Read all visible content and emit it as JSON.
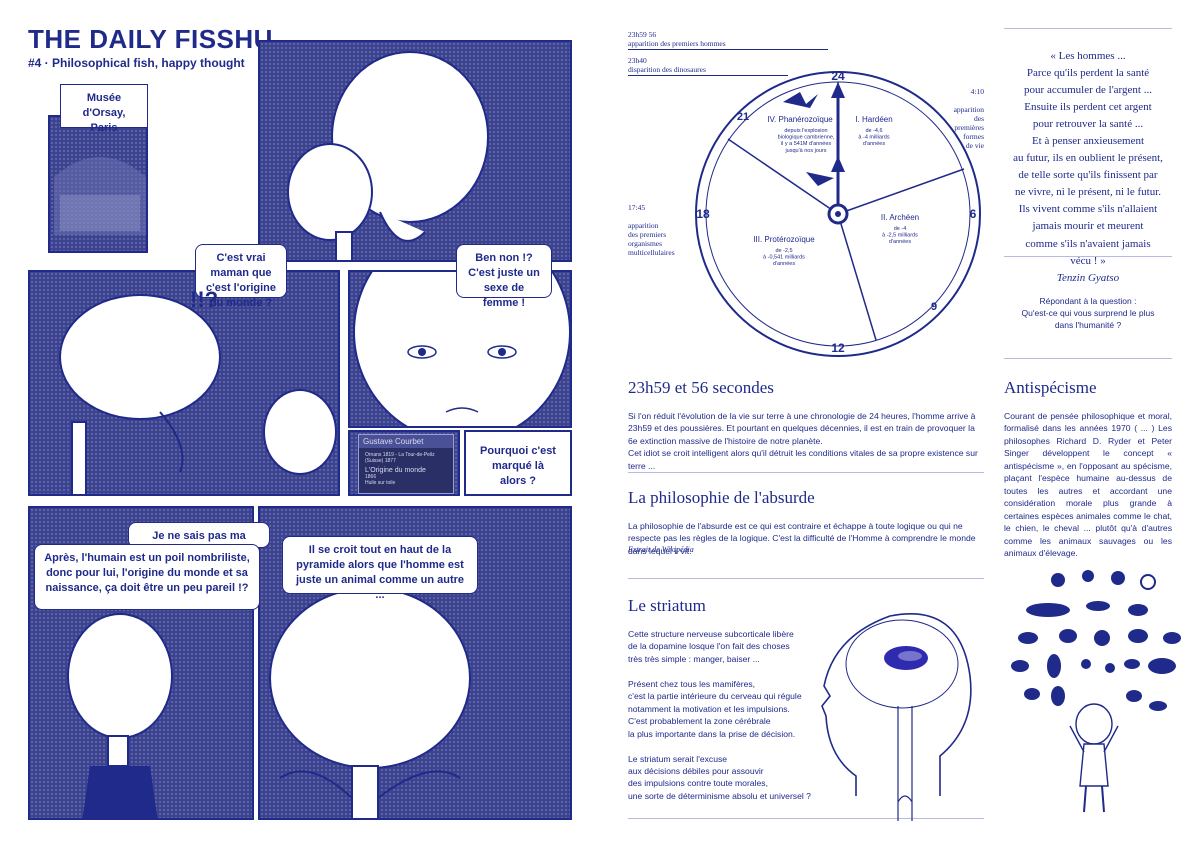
{
  "comic": {
    "title": "THE DAILY FISSHU",
    "subtitle": "#4 · Philosophical fish, happy thought",
    "caption_location": "Musée d'Orsay,\nParis",
    "bubble_maman": "C'est vrai maman que c'est l'origine du monde ?",
    "exclaim": "!!?",
    "bubble_sexe": "Ben non !? C'est juste un sexe de femme !",
    "plaque_artist": "Gustave Courbet",
    "plaque_meta": "Ornans 1819 - La Tour-de-Peilz (Suisse) 1877",
    "plaque_title": "L'Origine du monde",
    "plaque_year": "1866",
    "plaque_medium": "Huile sur toile",
    "bubble_pourquoi": "Pourquoi c'est marqué là alors ?",
    "bubble_sais_pas": "Je ne sais pas ma chérie !",
    "bubble_nombriliste": "Après, l'humain est un poil nombriliste, donc pour lui, l'origine du monde et sa naissance, ça doit être un peu pareil !?",
    "bubble_pyramide": "Il se croit tout en haut de la pyramide alors que l'homme est juste un animal comme un autre ..."
  },
  "clock": {
    "hours": [
      "24",
      "6",
      "9",
      "12",
      "18",
      "21"
    ],
    "eons": [
      {
        "name": "I. Hardéen",
        "desc": "de -4,6\nà -4 milliards\nd'années"
      },
      {
        "name": "II. Archéen",
        "desc": "de -4\nà -2,5 milliards\nd'années"
      },
      {
        "name": "III. Protérozoïque",
        "desc": "de -2,5\nà -0,541 milliards\nd'années"
      },
      {
        "name": "IV. Phanérozoïque",
        "desc": "depuis l'explosion\nbiologique cambrienne,\nil y a 541M d'années\njusqu'à nos jours"
      }
    ],
    "annotations": {
      "hommes_time": "23h59 56",
      "hommes_text": "apparition des premiers hommes",
      "dinos_time": "23h40",
      "dinos_text": "disparition des dinosaures",
      "vie_time": "4:10",
      "vie_text": "apparition\ndes\npremières\nformes\nde vie",
      "multi_time": "17:45",
      "multi_text": "apparition\ndes premiers\norganismes\nmulticellulaires"
    }
  },
  "quote": {
    "text": "« Les hommes ...\nParce qu'ils perdent la santé\npour accumuler de l'argent ...\nEnsuite ils perdent cet argent\npour retrouver la santé ...\nEt à penser anxieusement\nau futur, ils en oublient le présent,\nde telle sorte qu'ils finissent par\nne vivre, ni le présent, ni le futur.\nIls  vivent comme s'ils n'allaient\njamais mourir et meurent\ncomme s'ils n'avaient jamais\nvécu ! »",
    "author": "Tenzin Gyatso",
    "context": "Répondant à la question :\nQu'est-ce qui vous surprend le plus\ndans l'humanité ?"
  },
  "sections": {
    "s1_title": "23h59 et 56 secondes",
    "s1_body": "Si l'on réduit l'évolution de la vie sur terre à une chronologie de 24 heures, l'homme arrive à 23h59 et des poussières. Et pourtant en quelques décennies, il est en train de provoquer la 6e extinction massive de l'histoire de notre planète.\nCet idiot se croit intelligent alors qu'il détruit les conditions vitales de sa propre existence sur terre ...",
    "s2_title": "La philosophie de l'absurde",
    "s2_body": "La philosophie de l'absurde est ce qui est contraire et échappe à toute logique ou qui ne respecte pas les règles de la logique. C'est la difficulté de l'Homme à comprendre le monde dans lequel il vit.",
    "s2_source": "Extrait de Wikipédia",
    "s3_title": "Le striatum",
    "s3_body": "Cette structure nerveuse subcorticale libère\nde la dopamine losque l'on fait des choses\ntrès très simple : manger, baiser ...\n\nPrésent chez tous les mamifères,\nc'est la partie intérieure du cerveau qui régule\nnotamment la motivation et les impulsions.\nC'est probablement la zone cérébrale\nla plus importante dans la prise de décision.\n\nLe striatum serait l'excuse\naux décisions débiles pour assouvir\ndes impulsions contre toute morales,\nune sorte de déterminisme absolu et universel ?",
    "s4_title": "Antispécisme",
    "s4_body": "Courant de pensée philosophique et moral, formalisé dans les années 1970 ( ... ) Les philosophes Richard D. Ryder et Peter Singer développent le concept « antispécisme », en l'opposant au spécisme, plaçant l'espèce humaine au-dessus de toutes les autres et accordant une considération morale plus grande à certaines espèces animales comme le chat, le chien, le cheval ... plutôt qu'à d'autres comme les animaux sauvages ou les animaux d'élevage."
  },
  "colors": {
    "ink": "#1f2a8a",
    "panel": "#3b428f",
    "rule": "#b7bbe0"
  }
}
